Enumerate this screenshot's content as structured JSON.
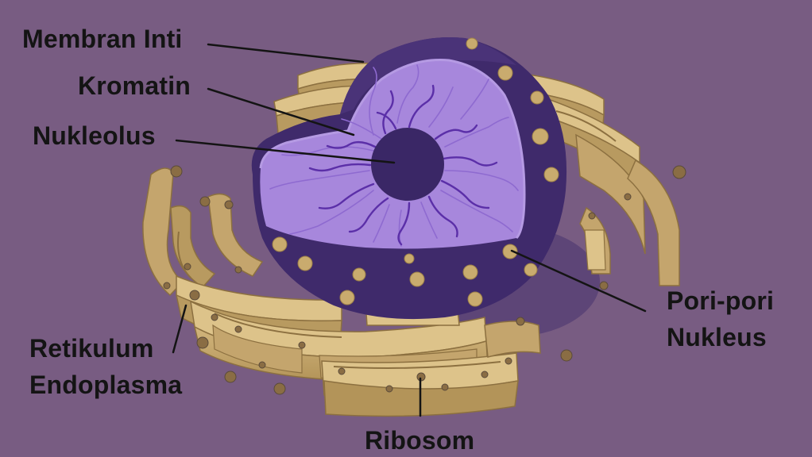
{
  "diagram": {
    "labels": {
      "membran_inti": "Membran Inti",
      "kromatin": "Kromatin",
      "nukleolus": "Nukleolus",
      "pori_pori_line1": "Pori-pori",
      "pori_pori_line2": "Nukleus",
      "retikulum_line1": "Retikulum",
      "retikulum_line2": "Endoplasma",
      "ribosom": "Ribosom"
    },
    "colors": {
      "background": "#785c82",
      "nuclear_envelope": "#3f2a6b",
      "nucleoplasm": "#a787dc",
      "chromatin": "#5b2fa8",
      "nucleolus": "#3a2766",
      "er_body": "#c4a56d",
      "er_top": "#ddc38a",
      "er_interior": "#8c7040",
      "ribosome": "#8a6d44",
      "pore": "#c9ab6e",
      "label_text": "#141414",
      "leader_line": "#141414"
    }
  }
}
